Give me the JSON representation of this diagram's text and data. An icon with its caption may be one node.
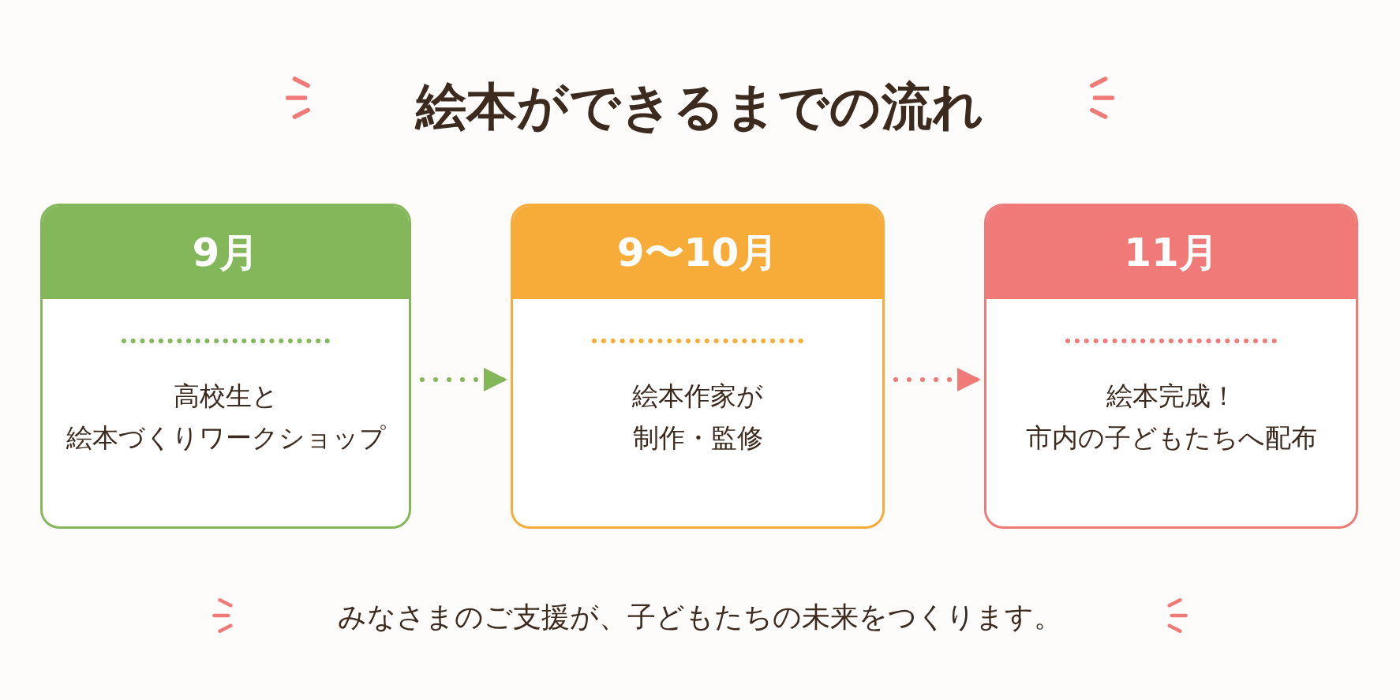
{
  "diagram": {
    "title": "絵本ができるまでの流れ",
    "nodes": [
      {
        "text": [
          "9月",
          "高校生と絵本づくりワークショップ"
        ]
      },
      {
        "text": [
          "9〜10月",
          "絵本作家が制作・監修"
        ]
      },
      {
        "text": [
          "11月",
          "絵本完成！市内の子どもたちへ配布"
        ]
      }
    ],
    "edges": [
      {
        "from": 0,
        "to": 1,
        "arrow": "to",
        "style": "dashed",
        "color": "#84b65a"
      },
      {
        "from": 1,
        "to": 2,
        "arrow": "to",
        "style": "dashed",
        "color": "#f07a78"
      }
    ],
    "caption": "みなさまのご支援が、子どもたちの未来をつくります。"
  }
}
